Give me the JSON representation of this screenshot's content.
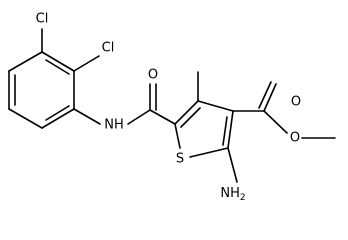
{
  "atom_labels": {
    "cl_top": "Cl",
    "cl_right": "Cl",
    "carbonyl_o_amide": "O",
    "nh": "NH",
    "carbonyl_o_ester": "O",
    "ester_o": "O",
    "sulfur": "S",
    "nh2": "NH",
    "nh2_sub": "2"
  }
}
